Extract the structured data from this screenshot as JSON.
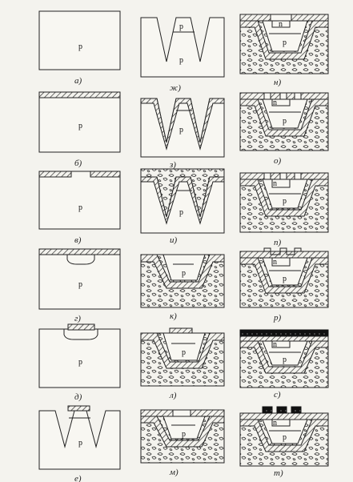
{
  "figure": {
    "panels": [
      {
        "caption": "а)",
        "labels": [
          "p"
        ]
      },
      {
        "caption": "б)",
        "labels": [
          "p"
        ]
      },
      {
        "caption": "в)",
        "labels": [
          "p"
        ]
      },
      {
        "caption": "г)",
        "labels": [
          "p"
        ]
      },
      {
        "caption": "д)",
        "labels": [
          "p"
        ]
      },
      {
        "caption": "е)",
        "labels": [
          "p"
        ]
      },
      {
        "caption": "ж)",
        "labels": [
          "p",
          "p"
        ]
      },
      {
        "caption": "з)",
        "labels": [
          "p"
        ]
      },
      {
        "caption": "и)",
        "labels": [
          "p"
        ]
      },
      {
        "caption": "к)",
        "labels": [
          "p"
        ]
      },
      {
        "caption": "л)",
        "labels": [
          "p"
        ]
      },
      {
        "caption": "м)",
        "labels": [
          "p"
        ]
      },
      {
        "caption": "н)",
        "labels": [
          "n",
          "p"
        ]
      },
      {
        "caption": "о)",
        "labels": [
          "n",
          "p"
        ]
      },
      {
        "caption": "п)",
        "labels": [
          "n",
          "p"
        ]
      },
      {
        "caption": "р)",
        "labels": [
          "n",
          "p"
        ]
      },
      {
        "caption": "с)",
        "labels": [
          "n",
          "p"
        ]
      },
      {
        "caption": "т)",
        "labels": [
          "n",
          "p"
        ]
      }
    ]
  }
}
